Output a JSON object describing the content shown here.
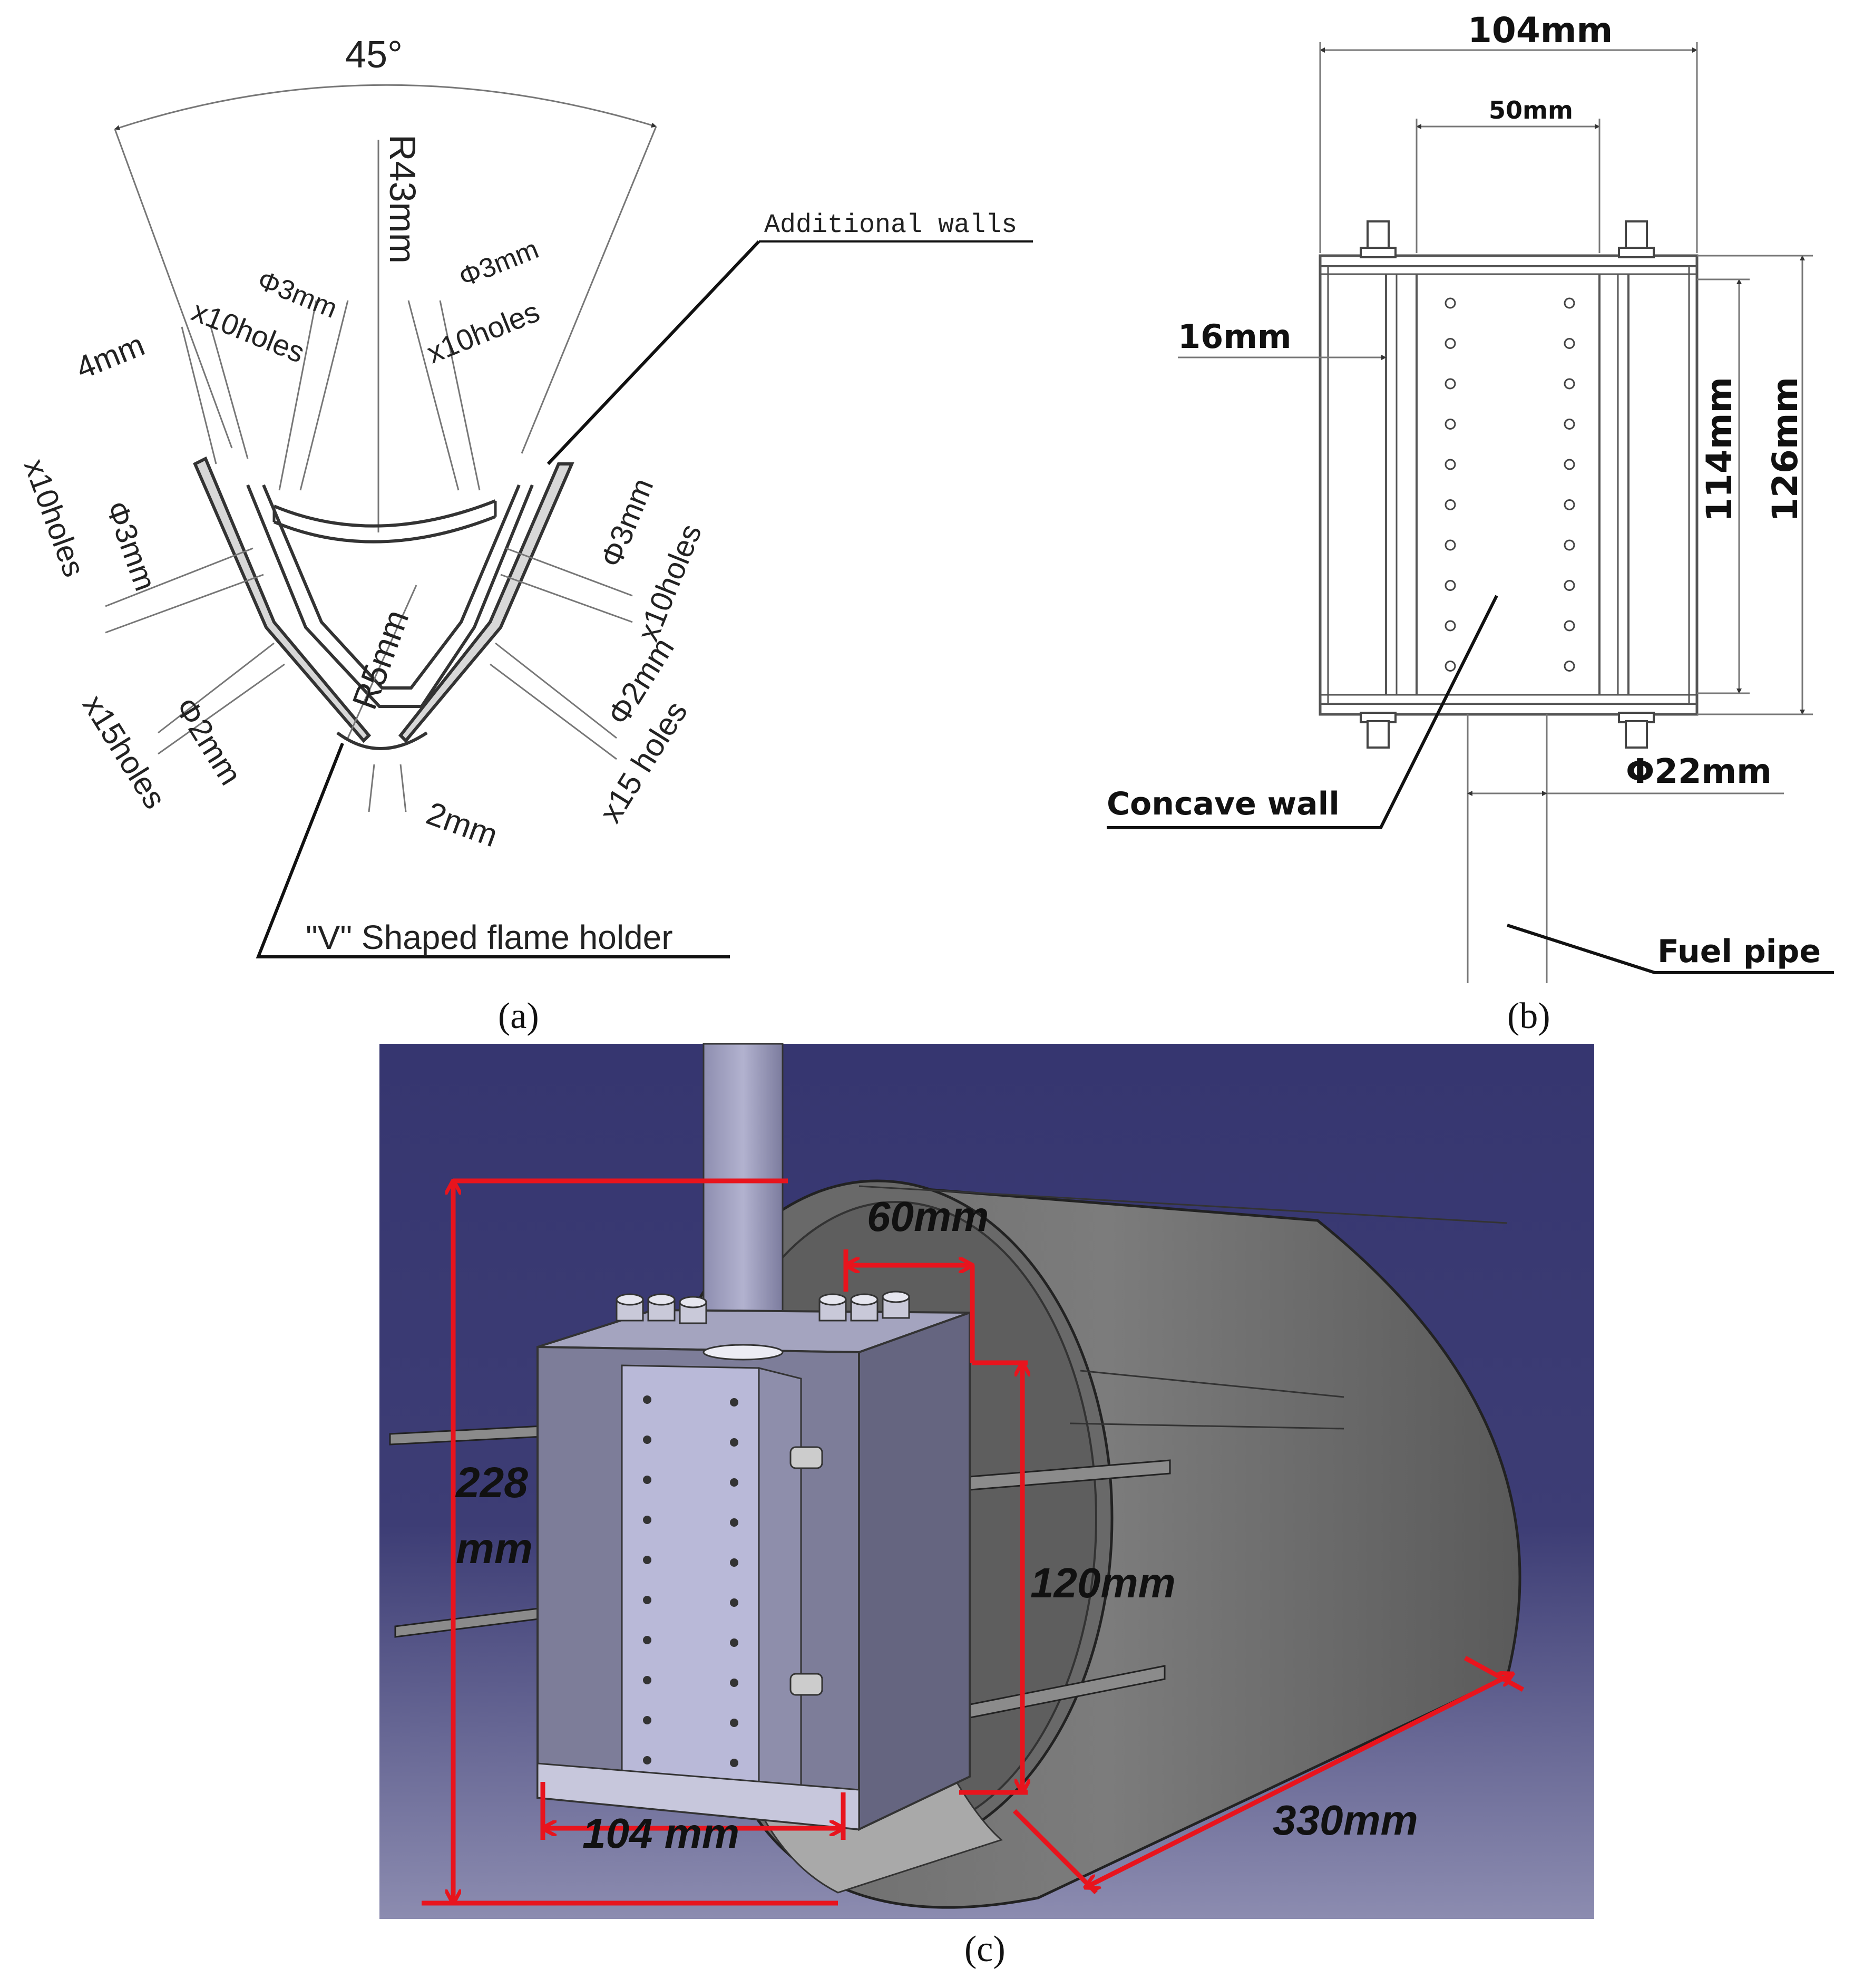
{
  "panel_a": {
    "angle_label": "45°",
    "radius_label": "R43mm",
    "additional_walls": "Additional walls",
    "hole_dia_left": "Φ3mm",
    "holes_left": "x10holes",
    "hole_dia_right": "Φ3mm",
    "holes_right": "x10holes",
    "wall_gap": "4mm",
    "side_holes_left_count": "x10holes",
    "side_holes_left_dia": "Φ3mm",
    "side_holes_right_dia": "Φ3mm",
    "side_holes_right_count": "x10holes",
    "bottom_left_count": "x15holes",
    "bottom_left_dia": "Φ2mm",
    "bottom_right_dia": "Φ2mm",
    "bottom_right_count": "x15 holes",
    "tip_radius": "R5mm",
    "thickness": "2mm",
    "flame_holder": "\"V\"  Shaped flame holder",
    "caption": "(a)"
  },
  "panel_b": {
    "width_total": "104mm",
    "width_inner": "50mm",
    "side_offset": "16mm",
    "height_inner": "114mm",
    "height_total": "126mm",
    "pipe_dia": "Φ22mm",
    "concave_wall": "Concave wall",
    "fuel_pipe": "Fuel pipe",
    "caption": "(b)"
  },
  "panel_c": {
    "background_color": "#3a3a72",
    "dim_color": "#e8141d",
    "label_60": "60mm",
    "label_228_line1": "228",
    "label_228_line2": "mm",
    "label_120": "120mm",
    "label_104": "104 mm",
    "label_330": "330mm",
    "caption": "(c)"
  }
}
